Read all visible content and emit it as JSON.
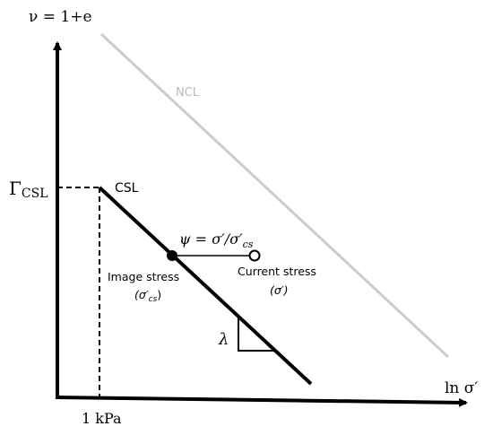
{
  "axes": {
    "y_label": "ν = 1+e",
    "x_label": "ln σ′",
    "x_tick": "1 kPa",
    "y_tick_main": "Γ",
    "y_tick_sub": "CSL"
  },
  "lines": {
    "ncl_label": "NCL",
    "csl_label": "CSL",
    "ncl_color": "#cccccc",
    "csl_color": "#000000"
  },
  "annotations": {
    "psi_label": "ψ = σ′/σ′cs",
    "psi_main": "ψ = σ′/σ′",
    "psi_sub": "cs",
    "image_stress_title": "Image stress",
    "image_stress_symbol_main": "(σ′",
    "image_stress_symbol_sub": "cs",
    "image_stress_symbol_close": ")",
    "current_stress_title": "Current stress",
    "current_stress_symbol": "(σ′)",
    "slope_label": "λ"
  }
}
